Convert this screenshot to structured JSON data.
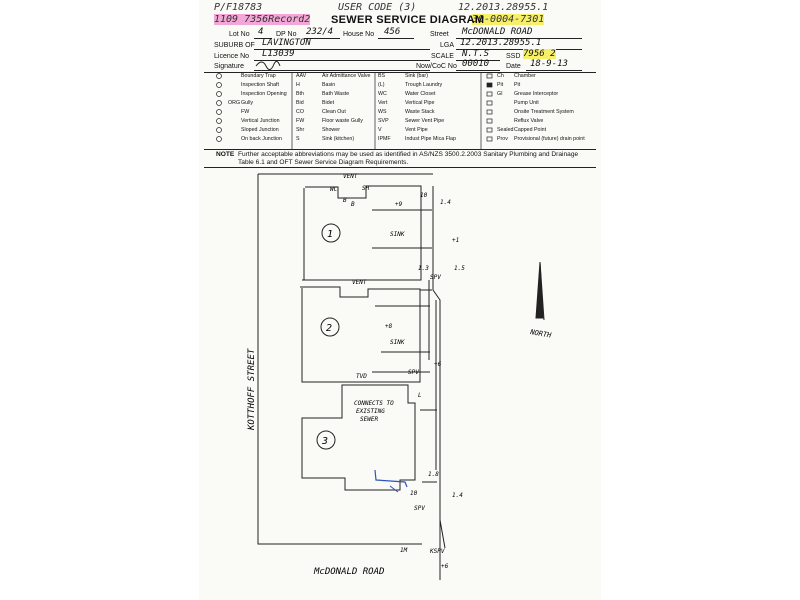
{
  "header_annotations": {
    "left": "P/F18783",
    "user_code": "USER CODE (3)",
    "ref": "12.2013.28955.1",
    "pink": "1109 7356Record2",
    "yellow": "30-0004-7301"
  },
  "title": "SEWER SERVICE DIAGRAM",
  "form": {
    "lot_label": "Lot No",
    "lot": "4",
    "dp_label": "DP No",
    "dp": "232/4",
    "house_label": "House No",
    "house": "456",
    "street_label": "Street",
    "street": "McDONALD ROAD",
    "suburb_label": "SUBURB OF",
    "suburb": "LAVINGTON",
    "lga_label": "LGA",
    "lga": "12.2013.28955.1",
    "licence_label": "Licence No",
    "licence": "L13039",
    "scale_label": "SCALE",
    "scale": "N.T.S",
    "ssd_label": "SSD",
    "ssd": "7956 2",
    "signature_label": "Signature",
    "coc_label": "Now/CoC No",
    "coc": "00010",
    "date_label": "Date",
    "date": "18-9-13"
  },
  "legend": {
    "col1": [
      "Boundary Trap",
      "Inspection Shaft",
      "Inspection Opening",
      "Gully",
      "FW",
      "Vertical Junction",
      "Sloped Junction",
      "On back Junction"
    ],
    "col1_tags": [
      "",
      "",
      "",
      "ORG",
      "",
      "",
      "",
      ""
    ],
    "col2_codes": [
      "AAV",
      "H",
      "Bth",
      "Bid",
      "CO",
      "FW",
      "Shr",
      "S"
    ],
    "col2_desc": [
      "Air Admittance Valve",
      "Basin",
      "Bath Waste",
      "Bidet",
      "Clean Out",
      "Floor waste Gully",
      "Shower",
      "Sink (kitchen)"
    ],
    "col3_codes": [
      "BS",
      "(L)",
      "WC",
      "Vert",
      "WS",
      "SVP",
      "V",
      "IPMF"
    ],
    "col3_desc": [
      "Sink (bar)",
      "Trough Laundry",
      "Water Closet",
      "Vertical Pipe",
      "Waste Stack",
      "Sewer Vent Pipe",
      "Vent Pipe",
      "Indust Pipe Mica Flap"
    ],
    "col4_tags": [
      "Ch",
      "Pit",
      "GI",
      "",
      "",
      "",
      "Sealed",
      "Prov"
    ],
    "col4_desc": [
      "Chamber",
      "Pit",
      "Grease Interceptor",
      "Pump Unit",
      "Onsite Treatment System",
      "Reflux Valve",
      "Capped Point",
      "Provisional (future) drain point"
    ]
  },
  "note": {
    "label": "NOTE",
    "text1": "Further acceptable abbreviations may be used as identified in AS/NZS 3500.2.2003 Sanitary Plumbing and Drainage",
    "text2": "Table 6.1 and OFT Sewer Service Diagram Requirements."
  },
  "diagram": {
    "unit1": "1",
    "unit2": "2",
    "unit3": "3",
    "street_left": "KOTTHOFF STREET",
    "street_bottom": "McDONALD ROAD",
    "north": "NORTH",
    "connects": "CONNECTS TO",
    "existing": "EXISTING",
    "sewer": "SEWER",
    "labels": [
      "VENT",
      "WC",
      "B",
      "SH",
      "B",
      "SINK",
      "+9",
      "1.4",
      "1.5",
      "1.3",
      "SPV",
      "10",
      "L",
      "VENT",
      "+8",
      "SINK",
      "+6",
      "SPV",
      "TVD",
      "1.8",
      "1.4",
      "SPV",
      "1M",
      "KSPV",
      "+6",
      "10",
      "+1"
    ]
  }
}
